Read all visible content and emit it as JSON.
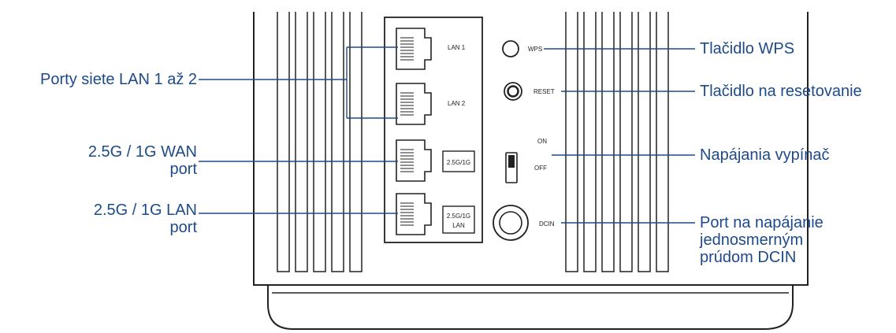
{
  "colors": {
    "label": "#1d4a8a",
    "line": "#1d4a8a",
    "device": "#222222"
  },
  "callouts_left": [
    {
      "id": "lan-ports",
      "text": "Porty siete LAN 1 až 2"
    },
    {
      "id": "wan-port",
      "text": "2.5G / 1G WAN\nport"
    },
    {
      "id": "lan25-port",
      "text": "2.5G / 1G LAN\nport"
    }
  ],
  "callouts_right": [
    {
      "id": "wps",
      "text": "Tlačidlo WPS"
    },
    {
      "id": "reset",
      "text": "Tlačidlo na resetovanie"
    },
    {
      "id": "power-switch",
      "text": "Napájania vypínač"
    },
    {
      "id": "dcin",
      "text": "Port na napájanie\njednosmerným\nprúdom DCIN"
    }
  ],
  "device_labels": {
    "lan1": "LAN 1",
    "lan2": "LAN 2",
    "wan_badge": "2.5G/1G",
    "lan_badge_line1": "2.5G/1G",
    "lan_badge_line2": "LAN",
    "wps": "WPS",
    "reset": "RESET",
    "on": "ON",
    "off": "OFF",
    "dcin": "DCIN"
  }
}
